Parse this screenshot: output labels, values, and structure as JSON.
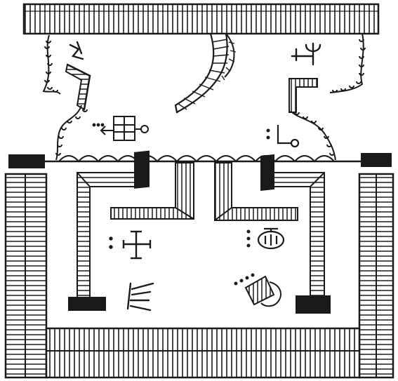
{
  "title": "",
  "colors": {
    "ink": "#1a1a1a",
    "paper": "#ffffff"
  },
  "glyphs": [
    {
      "name": "forked-rune-glyph"
    },
    {
      "name": "trident-rune-glyph"
    },
    {
      "name": "arrow-circle-glyph"
    },
    {
      "name": "l-circle-glyph"
    },
    {
      "name": "cross-glyph"
    },
    {
      "name": "oval-glyph"
    },
    {
      "name": "comb-glyph"
    },
    {
      "name": "fringed-leaf-glyph"
    }
  ]
}
